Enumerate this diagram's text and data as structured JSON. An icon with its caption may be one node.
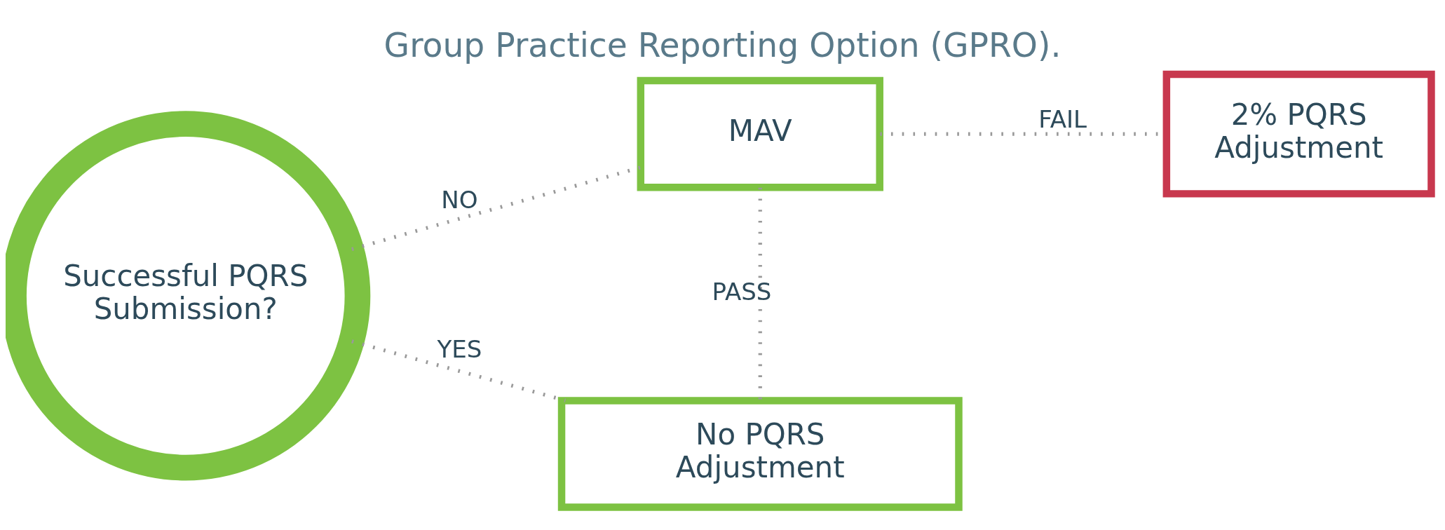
{
  "diagram": {
    "title": "Group Practice Reporting Option (GPRO).",
    "nodes": [
      {
        "text": [
          "Successful PQRS Submission?"
        ]
      },
      {
        "text": [
          "MAV"
        ]
      },
      {
        "text": [
          "2% PQRS Adjustment"
        ]
      },
      {
        "text": [
          "No PQRS Adjustment"
        ]
      }
    ],
    "edges": [
      {
        "from": 0,
        "to": 1,
        "arrow": "none",
        "label": "NO",
        "style": "dashed"
      },
      {
        "from": 1,
        "to": 2,
        "arrow": "none",
        "label": "FAIL",
        "style": "dashed"
      },
      {
        "from": 1,
        "to": 3,
        "arrow": "none",
        "label": "PASS",
        "style": "dashed"
      },
      {
        "from": 0,
        "to": 3,
        "arrow": "none",
        "label": "YES",
        "style": "dashed"
      }
    ]
  }
}
